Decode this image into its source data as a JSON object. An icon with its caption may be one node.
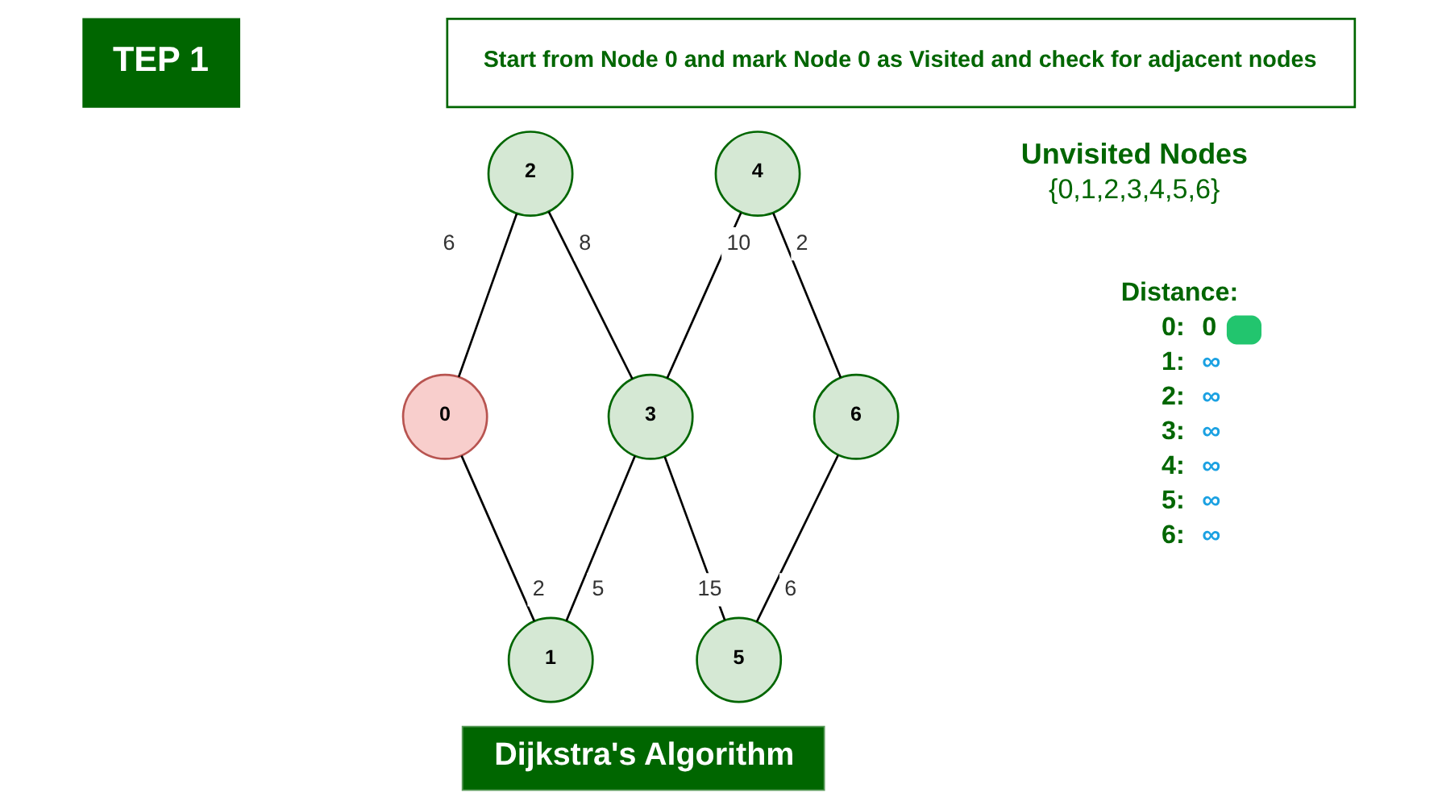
{
  "diagram": {
    "nodes": [
      {
        "text": [
          "TEP 1"
        ]
      },
      {
        "text": [
          "Start from Node 0 and mark Node 0 as Visited and check for adjacent nodes"
        ]
      },
      {
        "text": [
          "0"
        ]
      },
      {
        "text": [
          "1"
        ]
      },
      {
        "text": [
          "2"
        ]
      },
      {
        "text": [
          "3"
        ]
      },
      {
        "text": [
          "4"
        ]
      },
      {
        "text": [
          "5"
        ]
      },
      {
        "text": [
          "6"
        ]
      },
      {
        "text": [
          "Dijkstra's Algorithm"
        ]
      }
    ],
    "edges": [
      {
        "from": 4,
        "to": 2,
        "arrow": "none",
        "label": "6"
      },
      {
        "from": 2,
        "to": 3,
        "arrow": "none",
        "label": "2"
      },
      {
        "from": 4,
        "to": 5,
        "arrow": "none",
        "label": "8"
      },
      {
        "from": 5,
        "to": 3,
        "arrow": "none",
        "label": "5"
      },
      {
        "from": 6,
        "to": 5,
        "arrow": "none",
        "label": "10"
      },
      {
        "from": 5,
        "to": 7,
        "arrow": "none",
        "label": "15"
      },
      {
        "from": 6,
        "to": 8,
        "arrow": "none",
        "label": "2"
      },
      {
        "from": 8,
        "to": 7,
        "arrow": "none",
        "label": "6"
      }
    ],
    "labels": [
      "Unvisited Nodes",
      "{0,1,2,3,4,5,6}",
      "Distance:",
      "0:",
      "0",
      "1:",
      "∞",
      "2:",
      "∞",
      "3:",
      "∞",
      "4:",
      "∞",
      "5:",
      "∞",
      "6:",
      "∞"
    ]
  }
}
